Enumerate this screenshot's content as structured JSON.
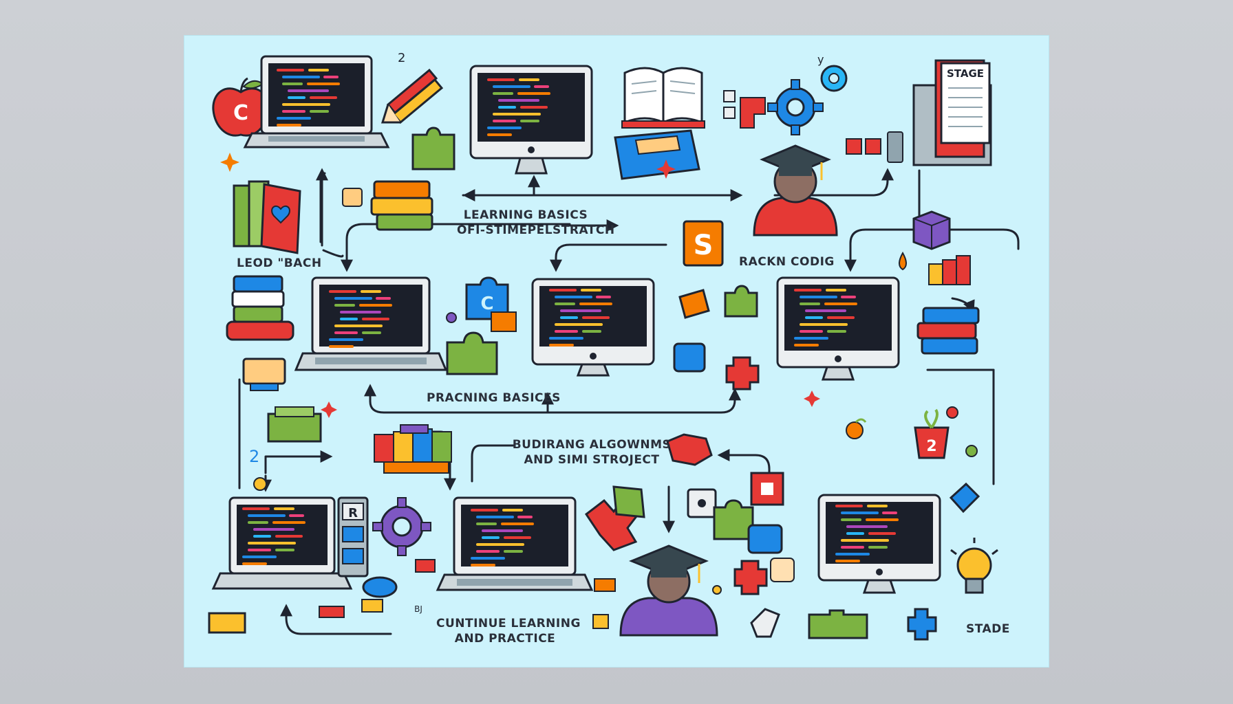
{
  "labels": {
    "learning_basics_1": "LEARNING BASICS",
    "learning_basics_2": "OFI-STIMEPELSTRATCH",
    "lead_bach": "LEOD \"BACH",
    "rackn_codig": "RACKN CODIG",
    "stage_top": "STAGE",
    "pracning_basics": "PRACNING BASICES",
    "building_1": "BUDIRANG ALGOWNMS",
    "building_2": "AND SIMI STROJECT",
    "continue_1": "CUNTINUE LEARNING",
    "continue_2": "AND PRACTICE",
    "stade": "STADE",
    "apple_letter": "C",
    "s_block": "S",
    "puzzle_letter": "C",
    "r_panel": "R",
    "pot_number": "2",
    "small_2a": "2",
    "small_2b": "2",
    "small_y": "y",
    "mouse_tag": "BJ"
  },
  "colors": {
    "background_frame": "#c9ccd1",
    "canvas": "#cdf3fc",
    "outline": "#1f2430",
    "screen": "#1b1f2a",
    "red": "#e53935",
    "orange": "#f57c00",
    "green": "#7cb342",
    "blue": "#1e88e5",
    "purple": "#7e57c2",
    "yellow": "#fbc02d"
  },
  "icons": [
    "apple-icon",
    "laptop-icon",
    "pencil-icon",
    "monitor-icon",
    "open-book-icon",
    "gear-icon",
    "document-stack-icon",
    "graduate-icon",
    "book-stack-icon",
    "puzzle-piece-icon",
    "s-block-icon",
    "cube-icon",
    "potted-plant-icon",
    "lightbulb-icon",
    "mouse-icon",
    "arrow-icon"
  ]
}
